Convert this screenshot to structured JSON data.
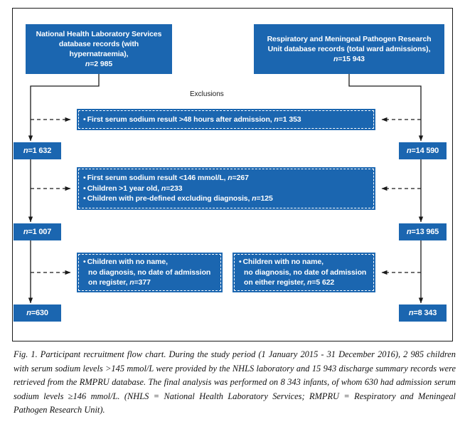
{
  "figure": {
    "accent_blue": "#1b66b0",
    "frame_color": "#1a1a1a",
    "text_on_blue": "#ffffff"
  },
  "nodes": {
    "source_left": {
      "line1": "National Health Laboratory Services",
      "line2": "database records (with hypernatraemia),",
      "line3_var": "n",
      "line3_val": "=2 985"
    },
    "source_right": {
      "line1": "Respiratory and Meningeal Pathogen Research",
      "line2": "Unit database records (total ward admissions),",
      "line3_var": "n",
      "line3_val": "=15 943"
    }
  },
  "exclusions_label": "Exclusions",
  "exclusions": {
    "row1": {
      "lines": [
        "First serum sodium result >48 hours after admission, n=1 353"
      ]
    },
    "row2": {
      "lines": [
        "First serum sodium result <146 mmol/L, n=267",
        "Children >1 year old, n=233",
        "Children with pre-defined excluding diagnosis, n=125"
      ]
    },
    "row3_left": {
      "line1": "Children with no name,",
      "line2": "no diagnosis, no date of admission",
      "line3": "on register, n=377"
    },
    "row3_right": {
      "line1": "Children with no name,",
      "line2": "no diagnosis, no date of admission",
      "line3": "on either register, n=5 622"
    }
  },
  "counts": {
    "left": [
      {
        "var": "n",
        "val": "=1 632"
      },
      {
        "var": "n",
        "val": "=1 007"
      },
      {
        "var": "n",
        "val": "=630"
      }
    ],
    "right": [
      {
        "var": "n",
        "val": "=14 590"
      },
      {
        "var": "n",
        "val": "=13 965"
      },
      {
        "var": "n",
        "val": "=8 343"
      }
    ]
  },
  "caption": {
    "text": "Fig. 1. Participant recruitment flow chart. During the study period (1 January 2015 - 31 December 2016), 2 985 children with serum sodium levels >145 mmol/L were provided by the NHLS laboratory and 15 943 discharge summary records were retrieved from the RMPRU database. The final analysis was performed on 8 343 infants, of whom 630 had admission serum sodium levels ≥146 mmol/L. (NHLS = National Health Laboratory Services; RMPRU = Respiratory and Meningeal Pathogen Research Unit)."
  }
}
